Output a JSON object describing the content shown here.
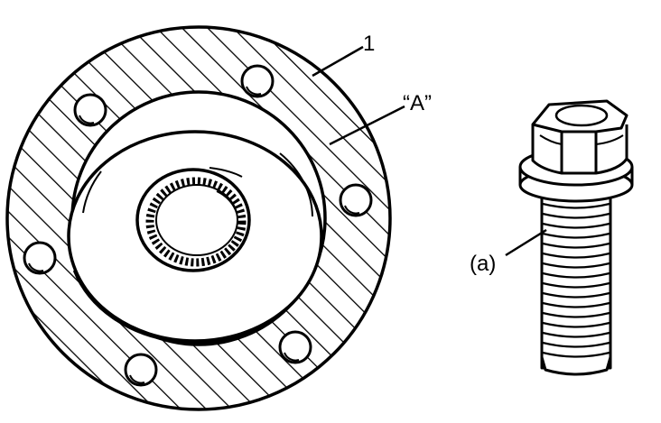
{
  "labels": {
    "part_number": "1",
    "area_marker": "“A”",
    "bolt_marker": "(a)"
  },
  "colors": {
    "ink": "#000000",
    "paper": "#ffffff"
  }
}
